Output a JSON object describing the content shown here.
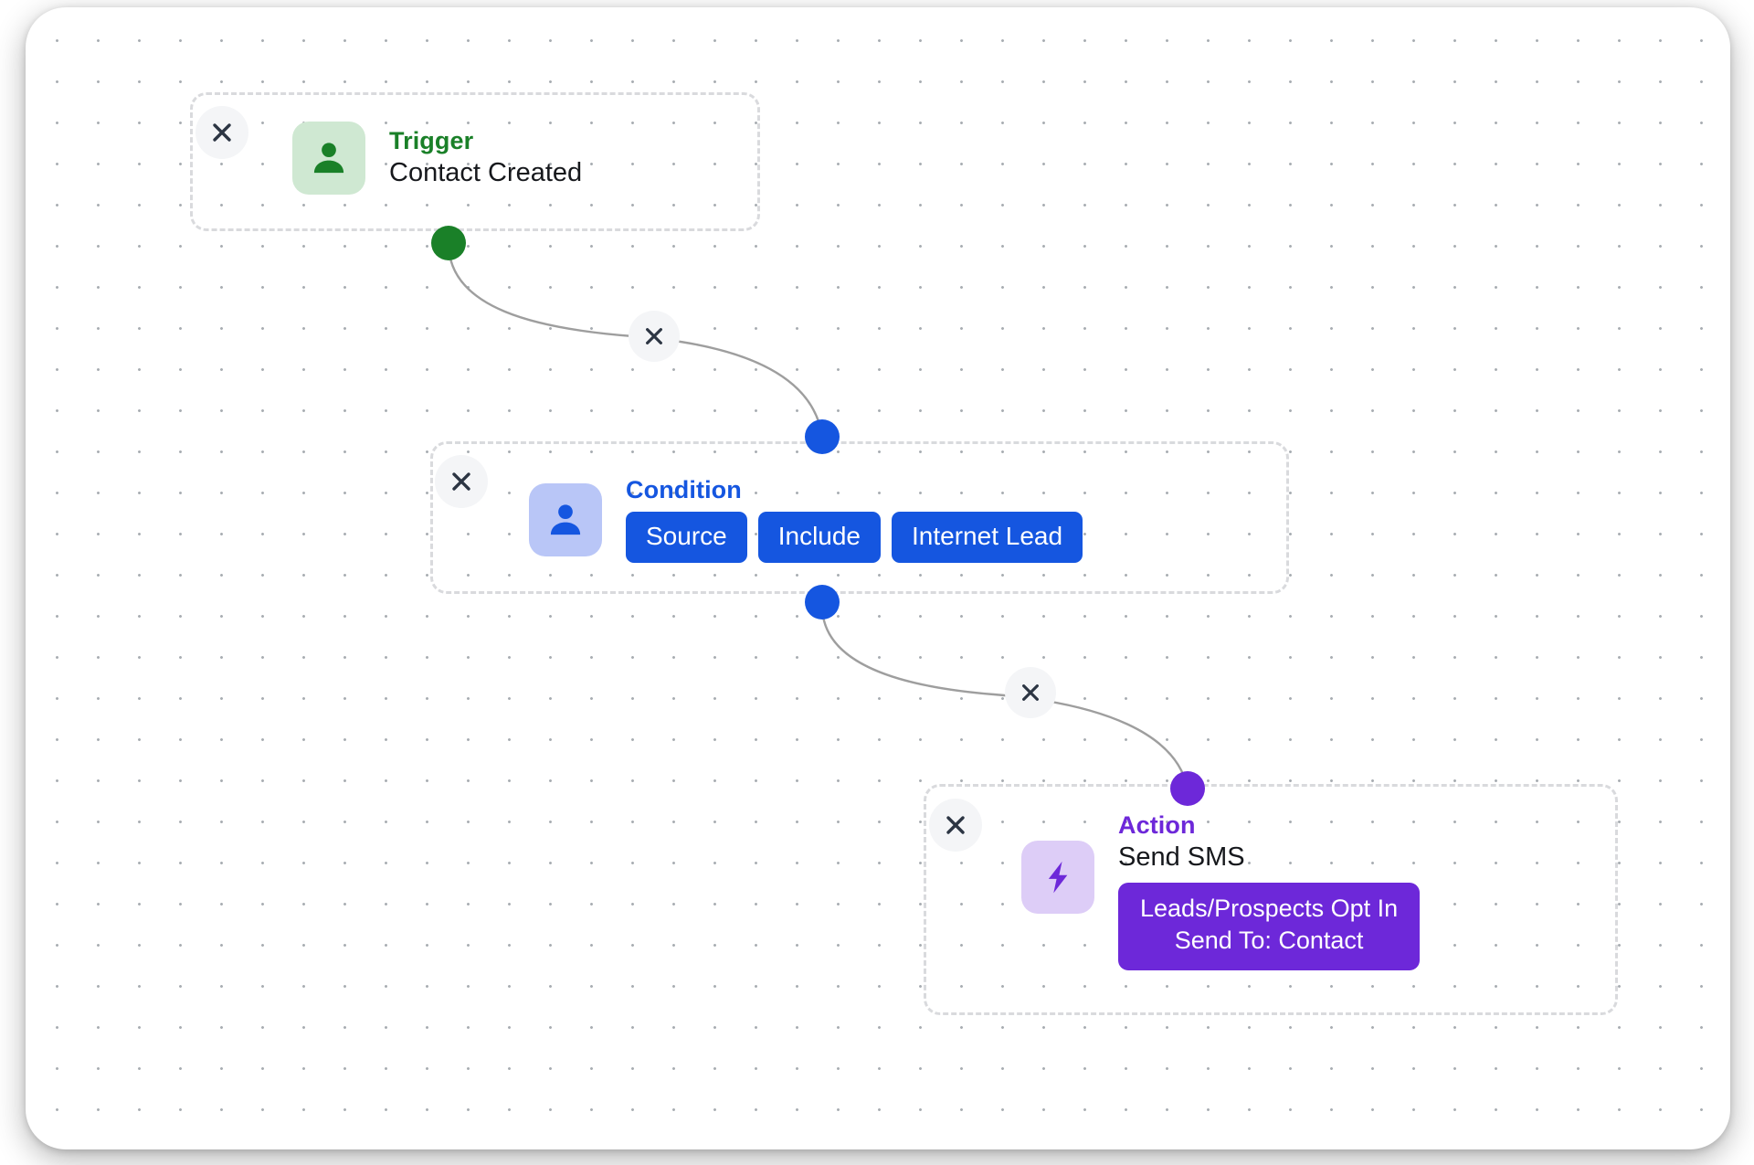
{
  "workflow": {
    "canvas_background": "#ffffff",
    "grid": "dot-grid",
    "nodes": [
      {
        "id": "trigger",
        "kind_label": "Trigger",
        "kind_color": "#1a8028",
        "name": "Contact Created",
        "icon": "person-icon",
        "icon_bg": "#cfe8d2",
        "icon_color": "#1a8028",
        "handle_color": "#1a8028",
        "close_label": "×"
      },
      {
        "id": "condition",
        "kind_label": "Condition",
        "kind_color": "#1556e0",
        "icon": "person-icon",
        "icon_bg": "#b9c6f7",
        "icon_color": "#1556e0",
        "handle_color": "#1556e0",
        "close_label": "×",
        "badges": [
          "Source",
          "Include",
          "Internet Lead"
        ]
      },
      {
        "id": "action",
        "kind_label": "Action",
        "kind_color": "#6d28d9",
        "name": "Send SMS",
        "icon": "lightning-bolt-icon",
        "icon_bg": "#ddcdf7",
        "icon_color": "#6d28d9",
        "handle_color": "#6d28d9",
        "close_label": "×",
        "detail_badge": "Leads/Prospects Opt In\nSend To: Contact"
      }
    ],
    "edges": [
      {
        "id": "edge-trigger-condition",
        "from": "trigger",
        "to": "condition",
        "delete_label": "×"
      },
      {
        "id": "edge-condition-action",
        "from": "condition",
        "to": "action",
        "delete_label": "×"
      }
    ]
  }
}
